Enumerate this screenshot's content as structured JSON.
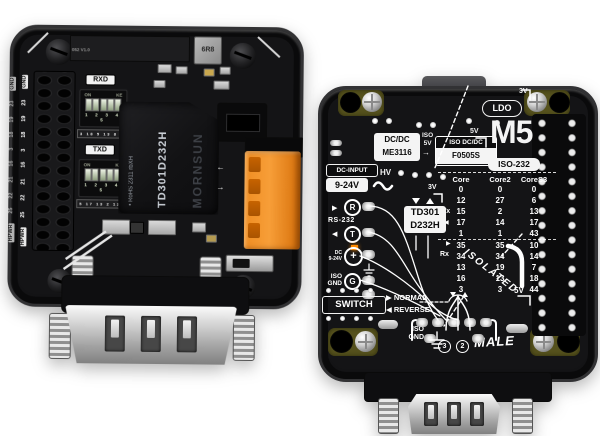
{
  "glyphs": {
    "tri_right": "▶",
    "tri_left": "◀",
    "arrow_left": "←",
    "arrow_right": "→",
    "plus": "+",
    "bullet_down": "▼",
    "bullet_up": "▲"
  },
  "left_board": {
    "version": "052 V1.0",
    "inductor": "6R8",
    "bus_labels": [
      "GND",
      "23",
      "19",
      "18",
      "3",
      "16",
      "21",
      "22",
      "25",
      "HPWR"
    ],
    "rxd": {
      "title": "RXD",
      "on": "ON",
      "brand": "KE",
      "numbers": "1 2 3 4 5",
      "pin_row": "3 18 5 13 8 45"
    },
    "txd": {
      "title": "TXD",
      "on": "ON",
      "brand": "KE",
      "numbers": "1 2 3 4 5",
      "pin_row": "5 17 13 2 12 0"
    },
    "chip": {
      "brand": "MORNSUN",
      "part": "TD301D232H",
      "cert": "• RoHS 2311 rbXH"
    }
  },
  "right_board": {
    "logo": "M5",
    "model": "ISO-232",
    "ldo": {
      "label": "LDO",
      "rail": "3V",
      "out": "5V"
    },
    "dcdc": {
      "line1": "DC/DC",
      "line2": "ME3116"
    },
    "iso5v": {
      "line1": "ISO",
      "line2": "5V"
    },
    "isodcdc": {
      "line1": "ISO DC/DC",
      "line2": "F0505S"
    },
    "dc_input": {
      "line1": "DC-INPUT",
      "line2": "9-24V"
    },
    "hv": "HV",
    "pin_table": {
      "headers": [
        "Core",
        "Core2",
        "CoreS3"
      ],
      "rows": [
        [
          "0",
          "0",
          "0"
        ],
        [
          "12",
          "27",
          "6"
        ],
        [
          "15",
          "2",
          "13"
        ],
        [
          "17",
          "14",
          "17"
        ],
        [
          "1",
          "1",
          "43"
        ],
        [
          "35",
          "35",
          "10"
        ],
        [
          "34",
          "34",
          "14"
        ],
        [
          "13",
          "19",
          "7"
        ],
        [
          "16",
          "13",
          "18"
        ],
        [
          "3",
          "3",
          "44"
        ]
      ],
      "rail": "3V",
      "tx_label": "Tx",
      "rx_label": "Rx"
    },
    "td301": {
      "line1": "TD301",
      "line2": "D232H"
    },
    "left_col": {
      "r": "R",
      "rs232": "RS-232",
      "t": "T",
      "dc1": "DC",
      "dc2": "9-24V",
      "iso": "ISO",
      "gnd": "GND",
      "g": "G"
    },
    "switch": {
      "label": "SWITCH",
      "normal": "NORMAL",
      "reverse": "REVERSE"
    },
    "isolated": "ISOLATED",
    "iso_rail": "5V",
    "bottom": {
      "iso": "ISO",
      "gnd": "GND",
      "pin3": "3",
      "pin2": "2",
      "male": "MALE"
    }
  }
}
